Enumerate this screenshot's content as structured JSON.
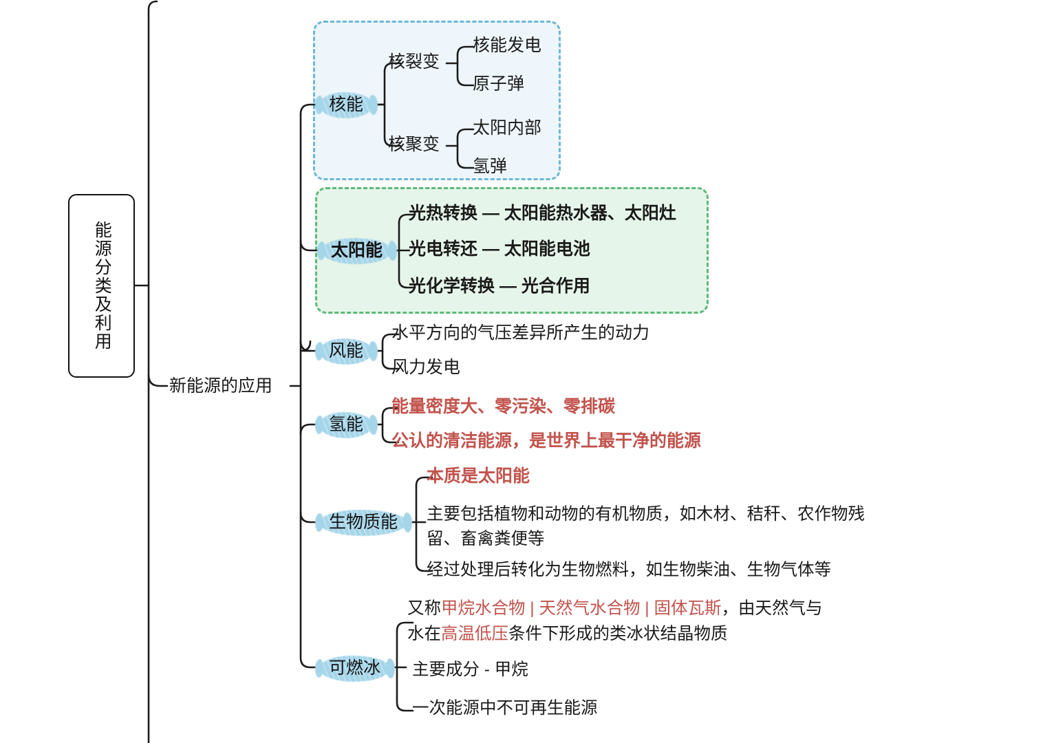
{
  "diagram": {
    "title": "能源分类及利用",
    "type": "mind-map",
    "root": {
      "label": "能源分类及利用",
      "orientation": "vertical-text"
    },
    "branch": {
      "label": "新能源的应用"
    },
    "colors": {
      "highlight_marker": "#a5d5e9",
      "accent_red": "#c2534c",
      "box_blue_border": "#6bb6da",
      "box_blue_fill": "#eef6fb",
      "box_green_border": "#5cb97a",
      "box_green_fill": "#e6f5e9",
      "line": "#1b1b1b",
      "text": "#1a1a1a"
    },
    "regions": [
      {
        "name": "nuclear-region",
        "style": "blue-dashed"
      },
      {
        "name": "solar-region",
        "style": "green-dashed"
      }
    ],
    "topics": [
      {
        "label": "核能",
        "highlighted": true,
        "children": [
          {
            "label": "核裂变",
            "children": [
              {
                "label": "核能发电"
              },
              {
                "label": "原子弹"
              }
            ]
          },
          {
            "label": "核聚变",
            "children": [
              {
                "label": "太阳内部"
              },
              {
                "label": "氢弹"
              }
            ]
          }
        ]
      },
      {
        "label": "太阳能",
        "highlighted": true,
        "bold": true,
        "children": [
          {
            "label": "光热转换 — 太阳能热水器、太阳灶"
          },
          {
            "label": "光电转还 — 太阳能电池"
          },
          {
            "label": "光化学转换 — 光合作用"
          }
        ]
      },
      {
        "label": "风能",
        "highlighted": true,
        "children": [
          {
            "label": "水平方向的气压差异所产生的动力"
          },
          {
            "label": "风力发电"
          }
        ]
      },
      {
        "label": "氢能",
        "highlighted": true,
        "children": [
          {
            "label": "能量密度大、零污染、零排碳",
            "color": "red",
            "bold": true
          },
          {
            "label": "公认的清洁能源，是世界上最干净的能源",
            "color": "red",
            "bold": true
          }
        ]
      },
      {
        "label": "生物质能",
        "highlighted": true,
        "children": [
          {
            "label": "本质是太阳能",
            "color": "red",
            "bold": true
          },
          {
            "label": "主要包括植物和动物的有机物质，如木材、秸秆、农作物残留、畜禽粪便等"
          },
          {
            "label": "经过处理后转化为生物燃料，如生物柴油、生物气体等"
          }
        ]
      },
      {
        "label": "可燃冰",
        "highlighted": true,
        "children": [
          {
            "rich": true,
            "runs": [
              {
                "text": "又称",
                "color": "black"
              },
              {
                "text": "甲烷水合物 | 天然气水合物 | 固体瓦斯",
                "color": "red"
              },
              {
                "text": "，由天然气与水在",
                "color": "black"
              },
              {
                "text": "高温低压",
                "color": "red"
              },
              {
                "text": "条件下形成的类冰状结晶物质",
                "color": "black"
              }
            ]
          },
          {
            "label": "主要成分 - 甲烷"
          },
          {
            "label": "一次能源中不可再生能源"
          }
        ]
      }
    ]
  }
}
